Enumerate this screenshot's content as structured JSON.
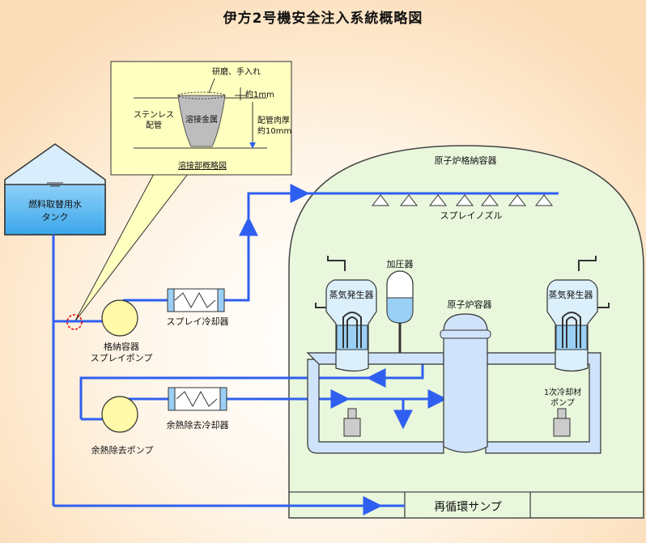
{
  "title": "伊方2号機安全注入系統概略図",
  "colors": {
    "pipe": "#2f5ff0",
    "containment": "#e9f7dc",
    "vessel": "#cfe3fb",
    "water": "#9ad0f6",
    "pump": "#fff9a8",
    "callout": "#ffffc0",
    "leak_mark": "#e00000"
  },
  "labels": {
    "tank": [
      "燃料取替用水",
      "タンク"
    ],
    "containment": "原子炉格納容器",
    "spray_nozzle": "スプレイノズル",
    "pressurizer": "加圧器",
    "reactor_vessel": "原子炉容器",
    "sg_left": "蒸気発生器",
    "sg_right": "蒸気発生器",
    "primary_pump": [
      "1次冷却材",
      "ポンプ"
    ],
    "cs_pump": [
      "格納容器",
      "スプレイポンプ"
    ],
    "cs_cooler": "スプレイ冷却器",
    "rhr_cooler": "余熱除去冷却器",
    "rhr_pump": "余熱除去ポンプ",
    "sump": "再循環サンプ"
  },
  "callout": {
    "polish": "研磨、手入れ",
    "approx1mm": "約1mm",
    "stainless": [
      "ステンレス",
      "配管"
    ],
    "weld_metal": "溶接金属",
    "wall_thickness": [
      "配管肉厚",
      "約10mm"
    ],
    "caption": "溶接部概略図"
  }
}
